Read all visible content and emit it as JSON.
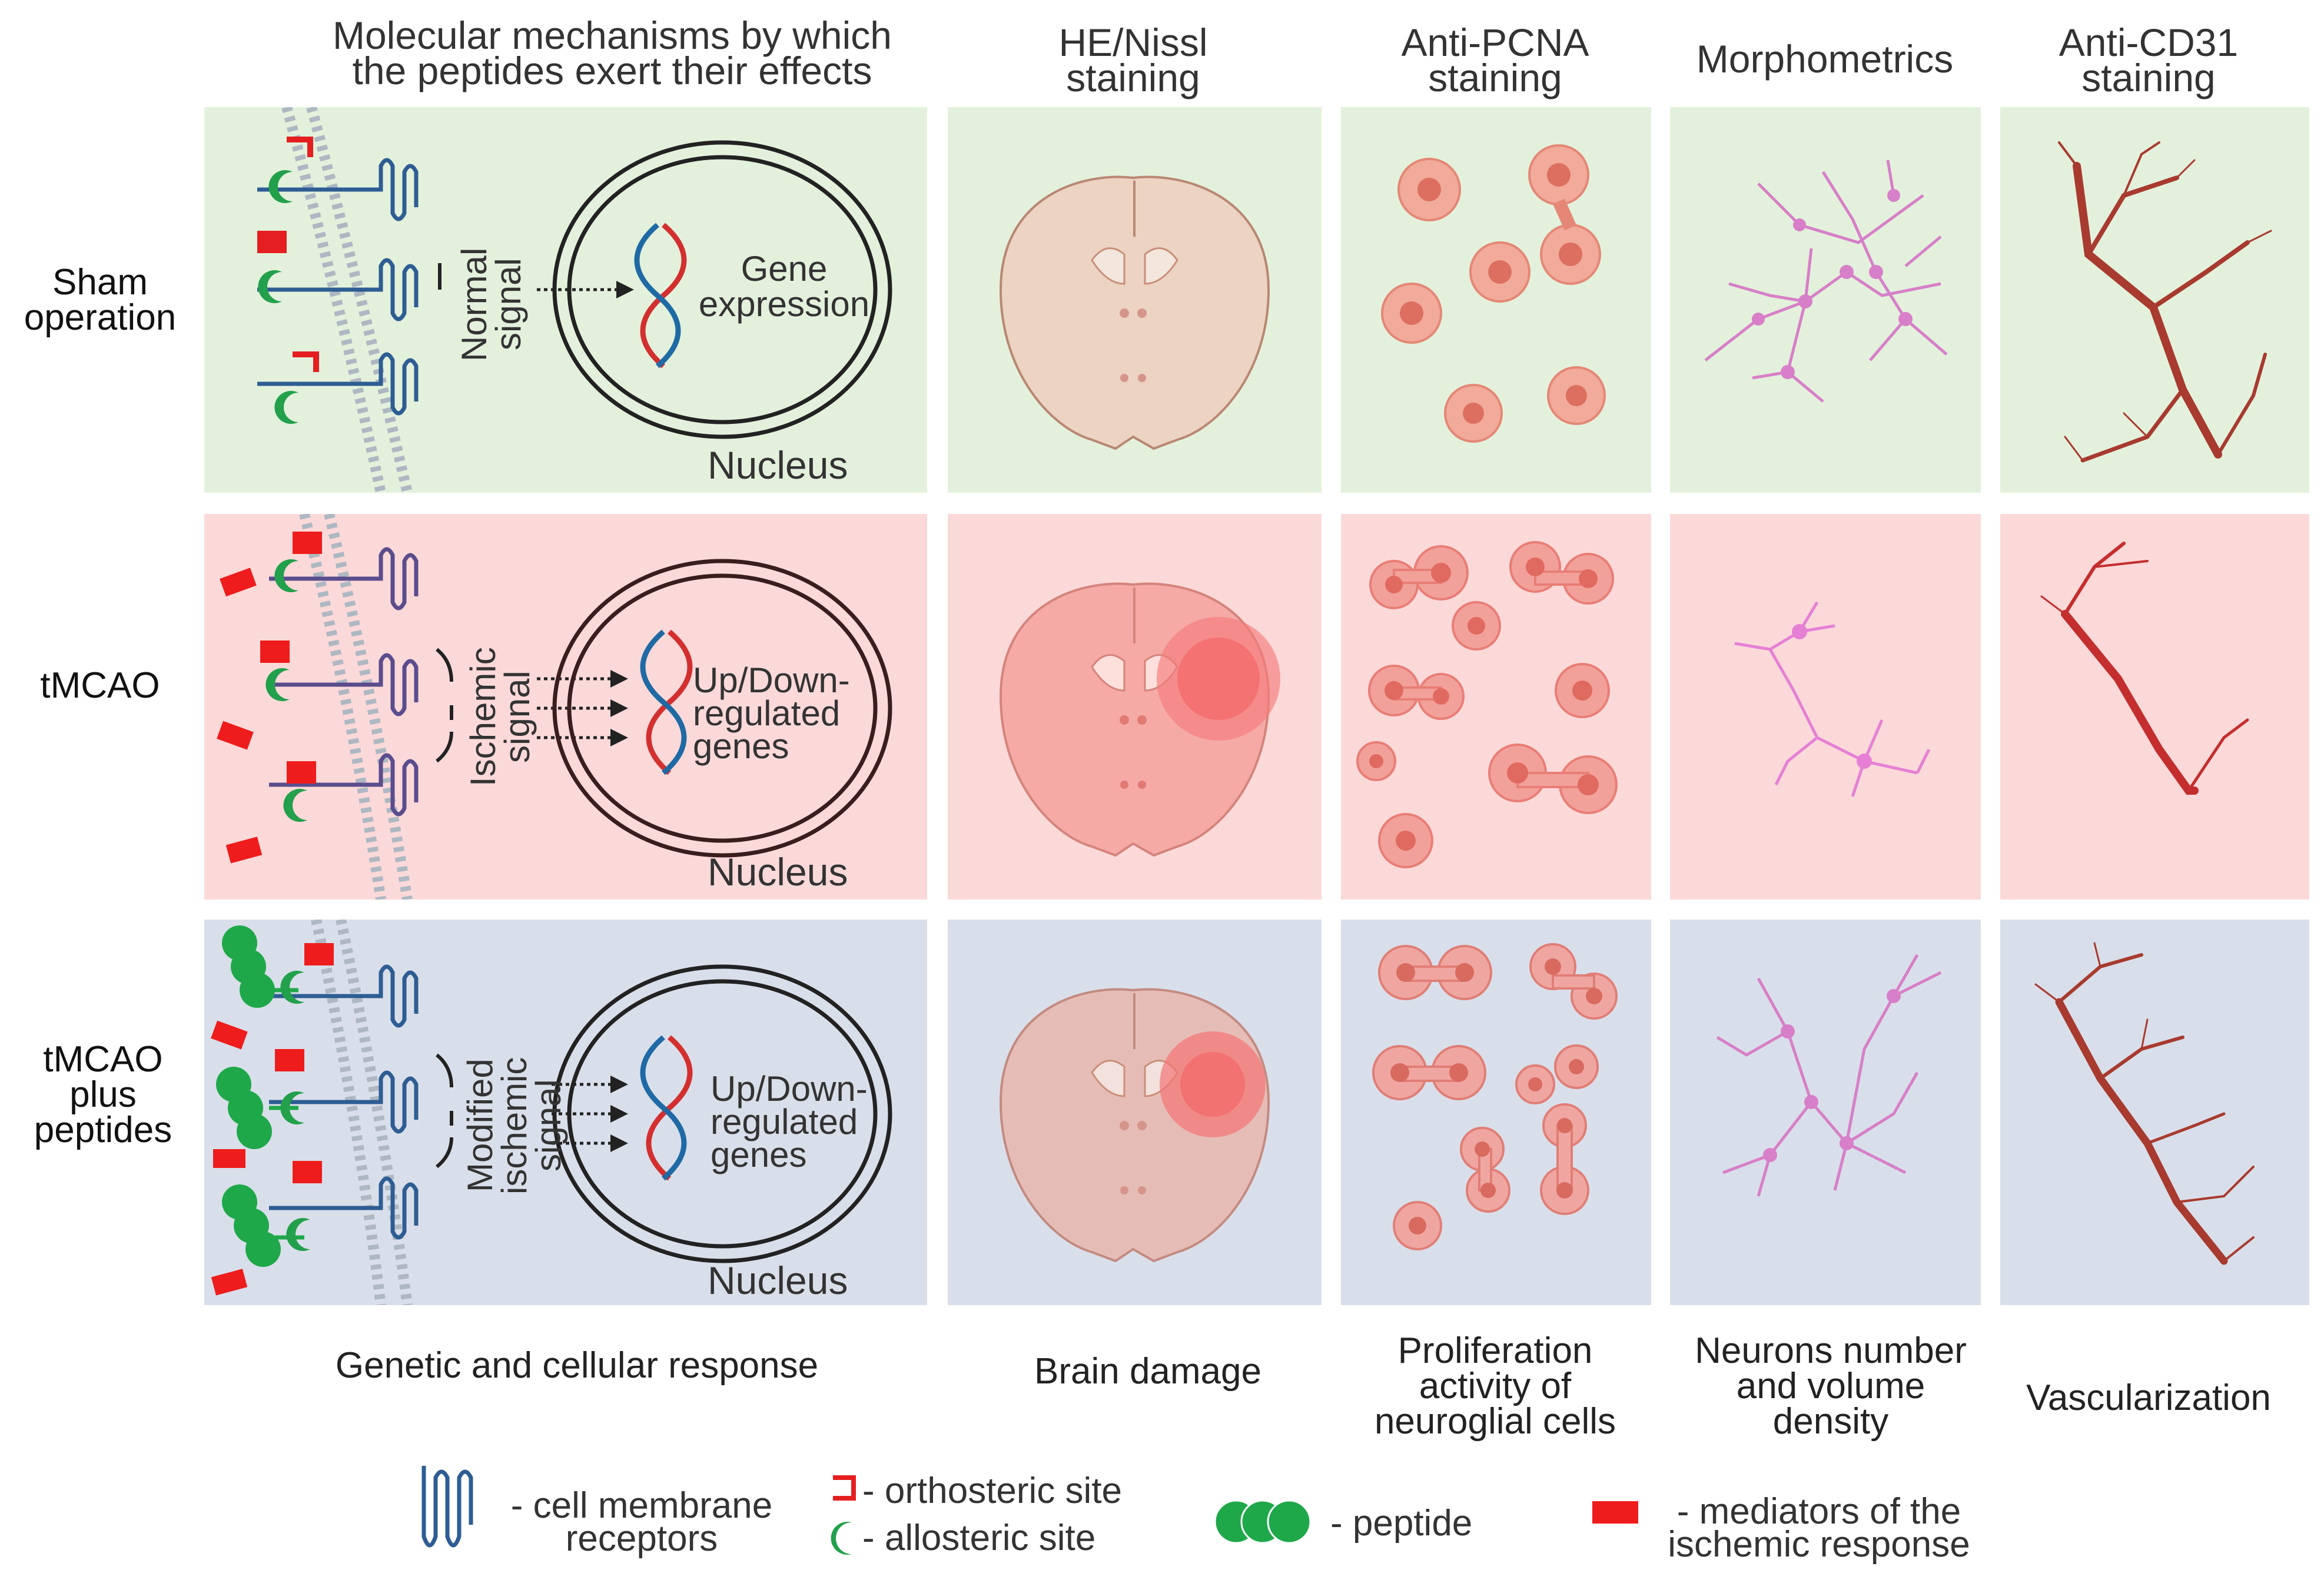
{
  "headers": {
    "mechanisms": "Molecular mechanisms by which the peptides exert their effects",
    "he_nissl": "HE/Nissl staining",
    "pcna": "Anti-PCNA staining",
    "morphometrics": "Morphometrics",
    "cd31": "Anti-CD31 staining"
  },
  "rows": [
    {
      "label": "Sham operation",
      "signal": "Normal signal",
      "dna_text": "Gene expression",
      "nucleus": "Nucleus"
    },
    {
      "label": "tMCAO",
      "signal": "Ischemic signal",
      "dna_text": "Up/Down- regulated genes",
      "nucleus": "Nucleus"
    },
    {
      "label": "tMCAO plus peptides",
      "signal": "Modified ischemic signal",
      "dna_text": "Up/Down- regulated genes",
      "nucleus": "Nucleus"
    }
  ],
  "footers": {
    "mechanisms": "Genetic and cellular response",
    "he_nissl": "Brain damage",
    "pcna": "Proliferation activity of neuroglial cells",
    "morphometrics": "Neurons number and volume density",
    "cd31": "Vascularization"
  },
  "legend": {
    "receptors": "- cell membrane receptors",
    "orthosteric": "- orthosteric site",
    "allosteric": "- allosteric site",
    "peptide": "- peptide",
    "mediators": "- mediators of the ischemic response"
  },
  "colors": {
    "sham_bg": "#e3f1dc",
    "tmcao_bg": "#fcd9d9",
    "peptide_bg": "#d9dfea",
    "receptor": "#2d5d93",
    "orthosteric": "#e51f1f",
    "allosteric": "#22a04b",
    "peptide": "#1fa84a",
    "mediator": "#ee1c1c",
    "vessel": "#a83a2f",
    "neuron": "#d77fc8",
    "cell": "#ea9080"
  }
}
